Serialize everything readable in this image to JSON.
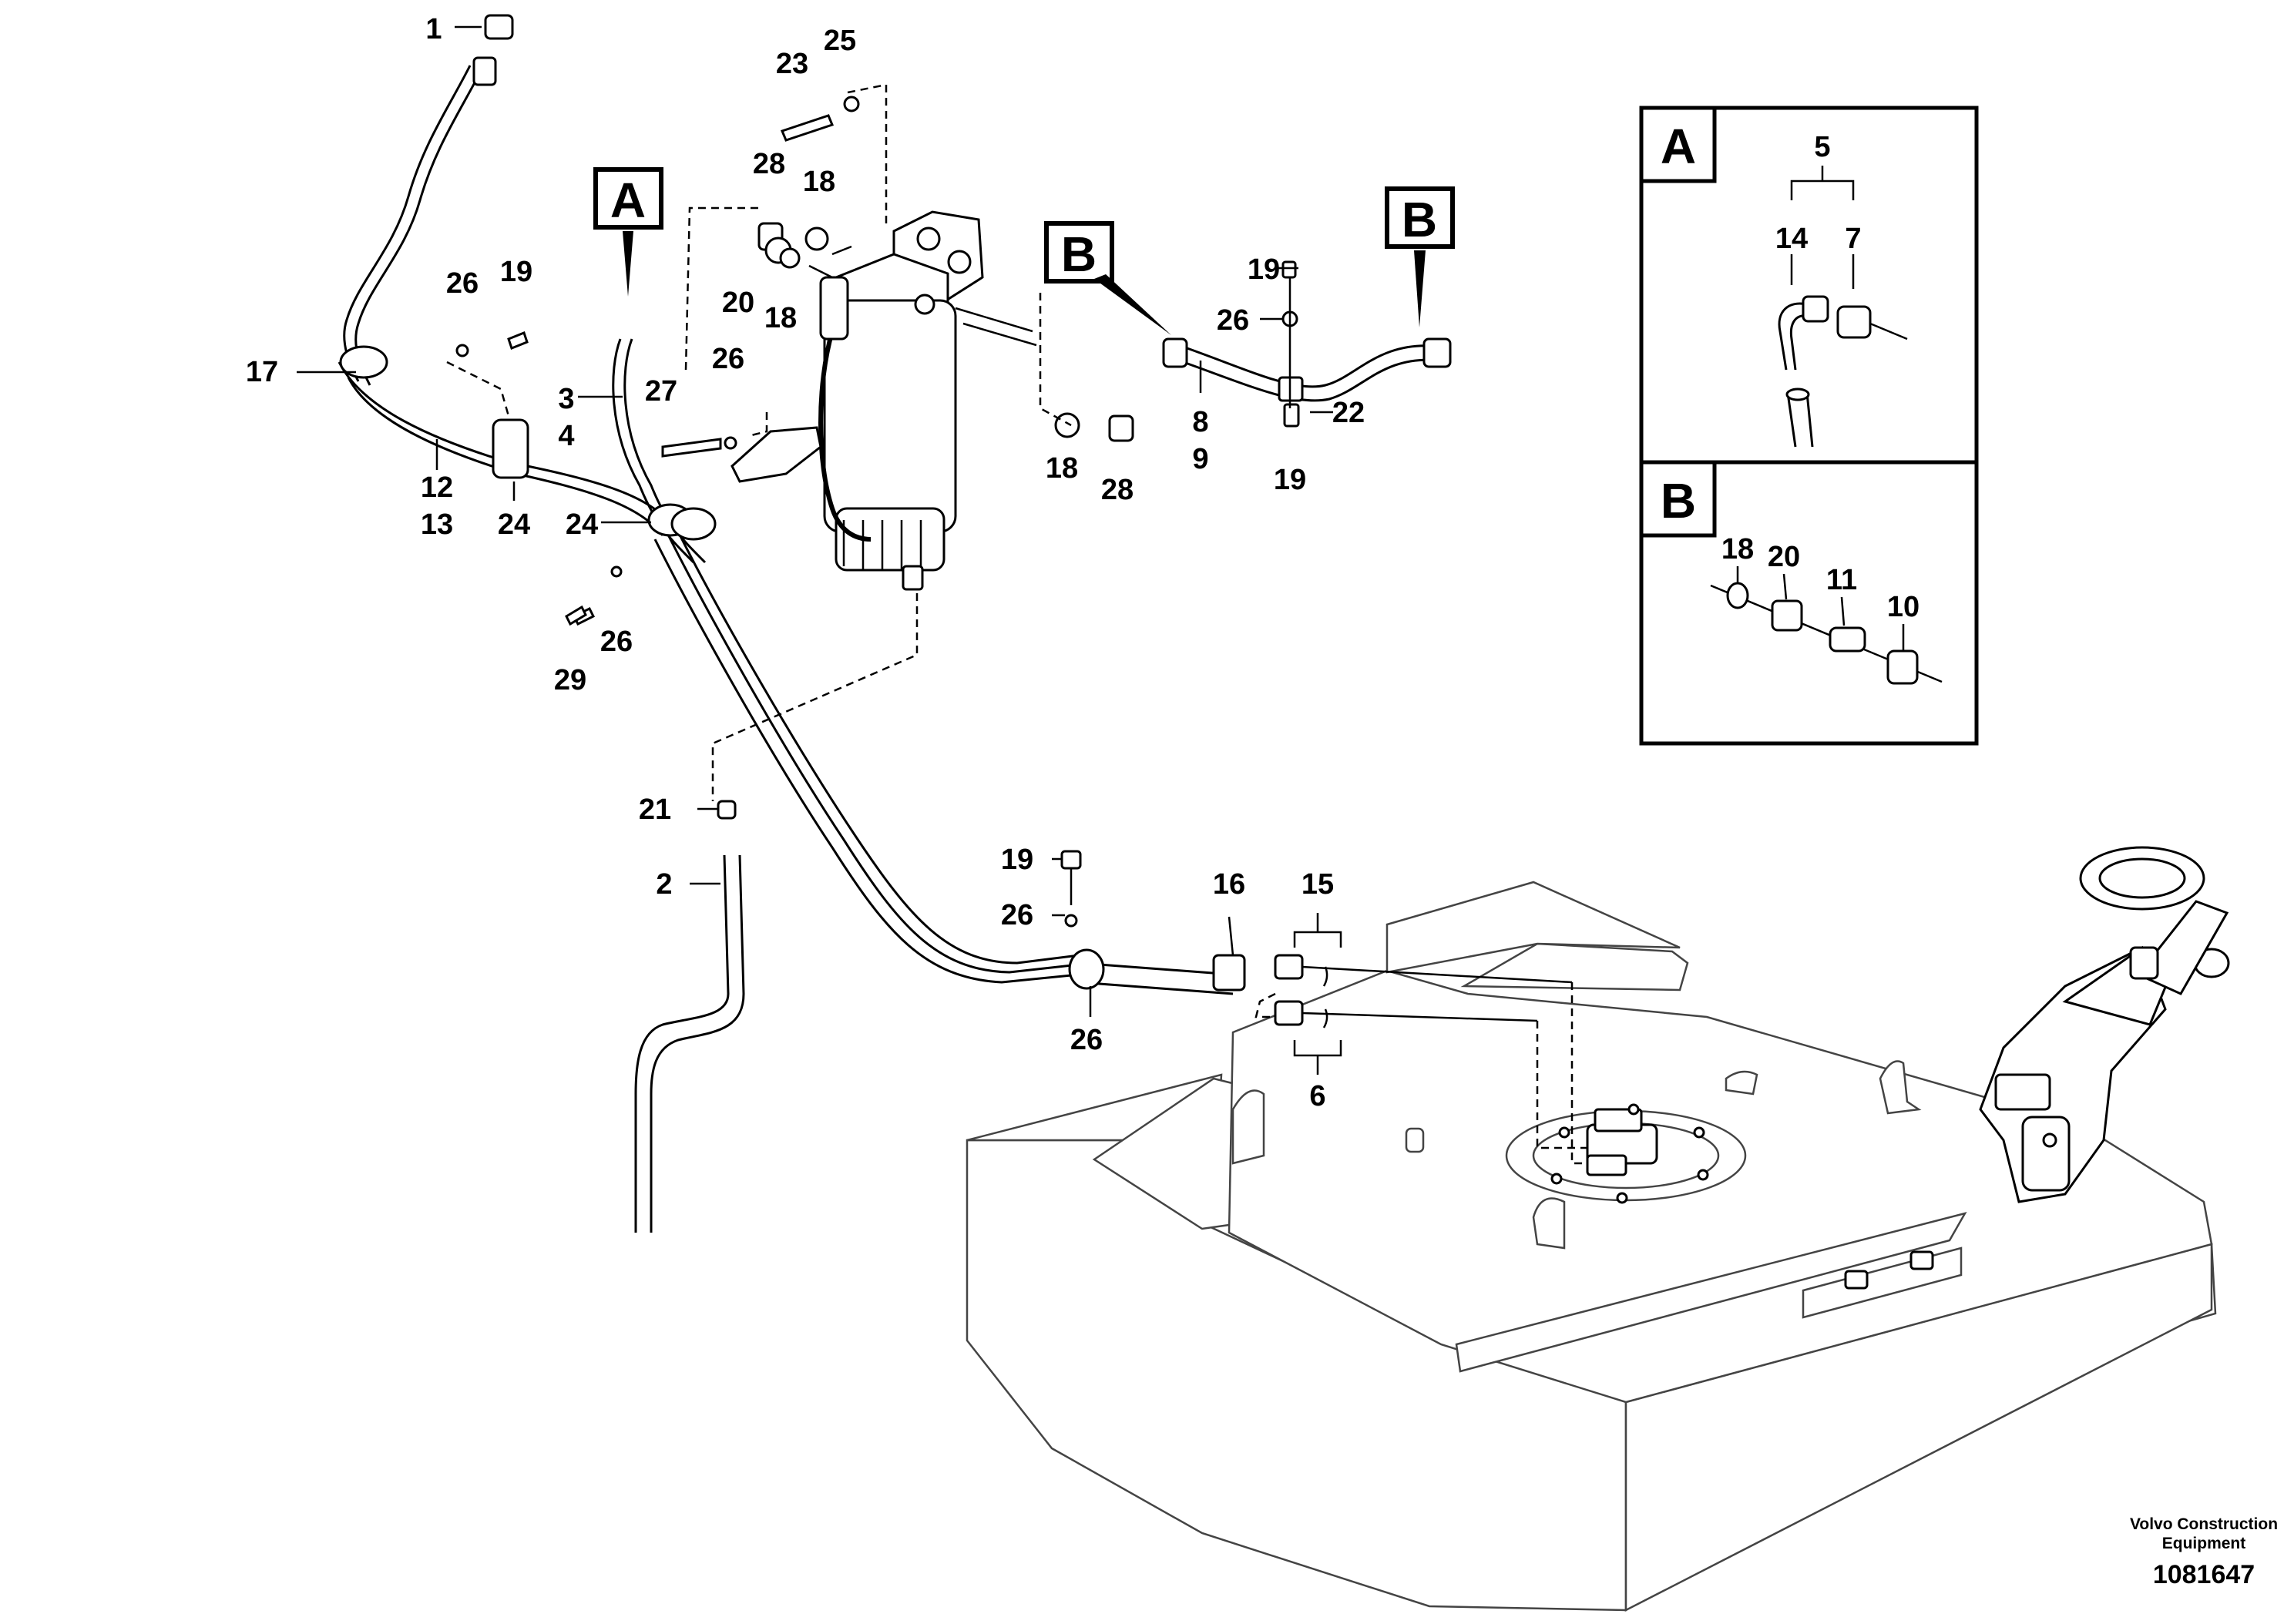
{
  "callouts": {
    "c1": "1",
    "c2": "2",
    "c3": "3",
    "c4": "4",
    "c5": "5",
    "c6": "6",
    "c7": "7",
    "c8": "8",
    "c9": "9",
    "c10": "10",
    "c11": "11",
    "c12": "12",
    "c13": "13",
    "c14": "14",
    "c15": "15",
    "c16": "16",
    "c17": "17",
    "c18a": "18",
    "c18b": "18",
    "c18c": "18",
    "c18d": "18",
    "c19a": "19",
    "c19b": "19",
    "c19c": "19",
    "c19d": "19",
    "c20a": "20",
    "c20b": "20",
    "c21": "21",
    "c22": "22",
    "c23": "23",
    "c24a": "24",
    "c24b": "24",
    "c25": "25",
    "c26a": "26",
    "c26b": "26",
    "c26c": "26",
    "c26d": "26",
    "c26e": "26",
    "c26f": "26",
    "c27": "27",
    "c28a": "28",
    "c28b": "28",
    "c29": "29"
  },
  "detail_markers": {
    "a_main": "A",
    "b_left": "B",
    "b_right": "B",
    "inset_a": "A",
    "inset_b": "B"
  },
  "footer": {
    "brand_line1": "Volvo Construction",
    "brand_line2": "Equipment",
    "drawing_number": "1081647"
  }
}
